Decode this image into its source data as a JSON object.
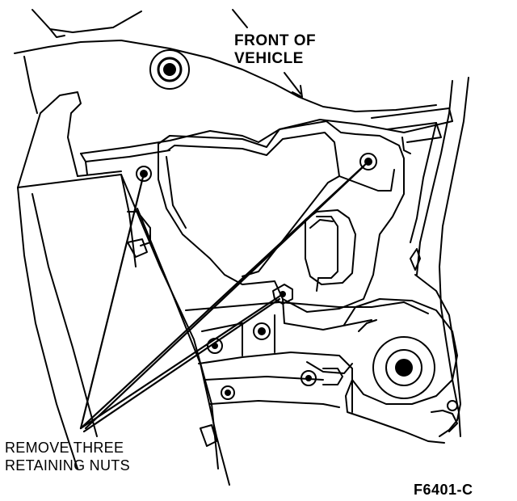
{
  "labels": {
    "front_line1": "FRONT OF",
    "front_line2": "VEHICLE",
    "nuts_line1": "REMOVE THREE",
    "nuts_line2": "RETAINING NUTS",
    "figure_code": "F6401-C"
  },
  "colors": {
    "ink": "#000000",
    "paper": "#ffffff"
  }
}
